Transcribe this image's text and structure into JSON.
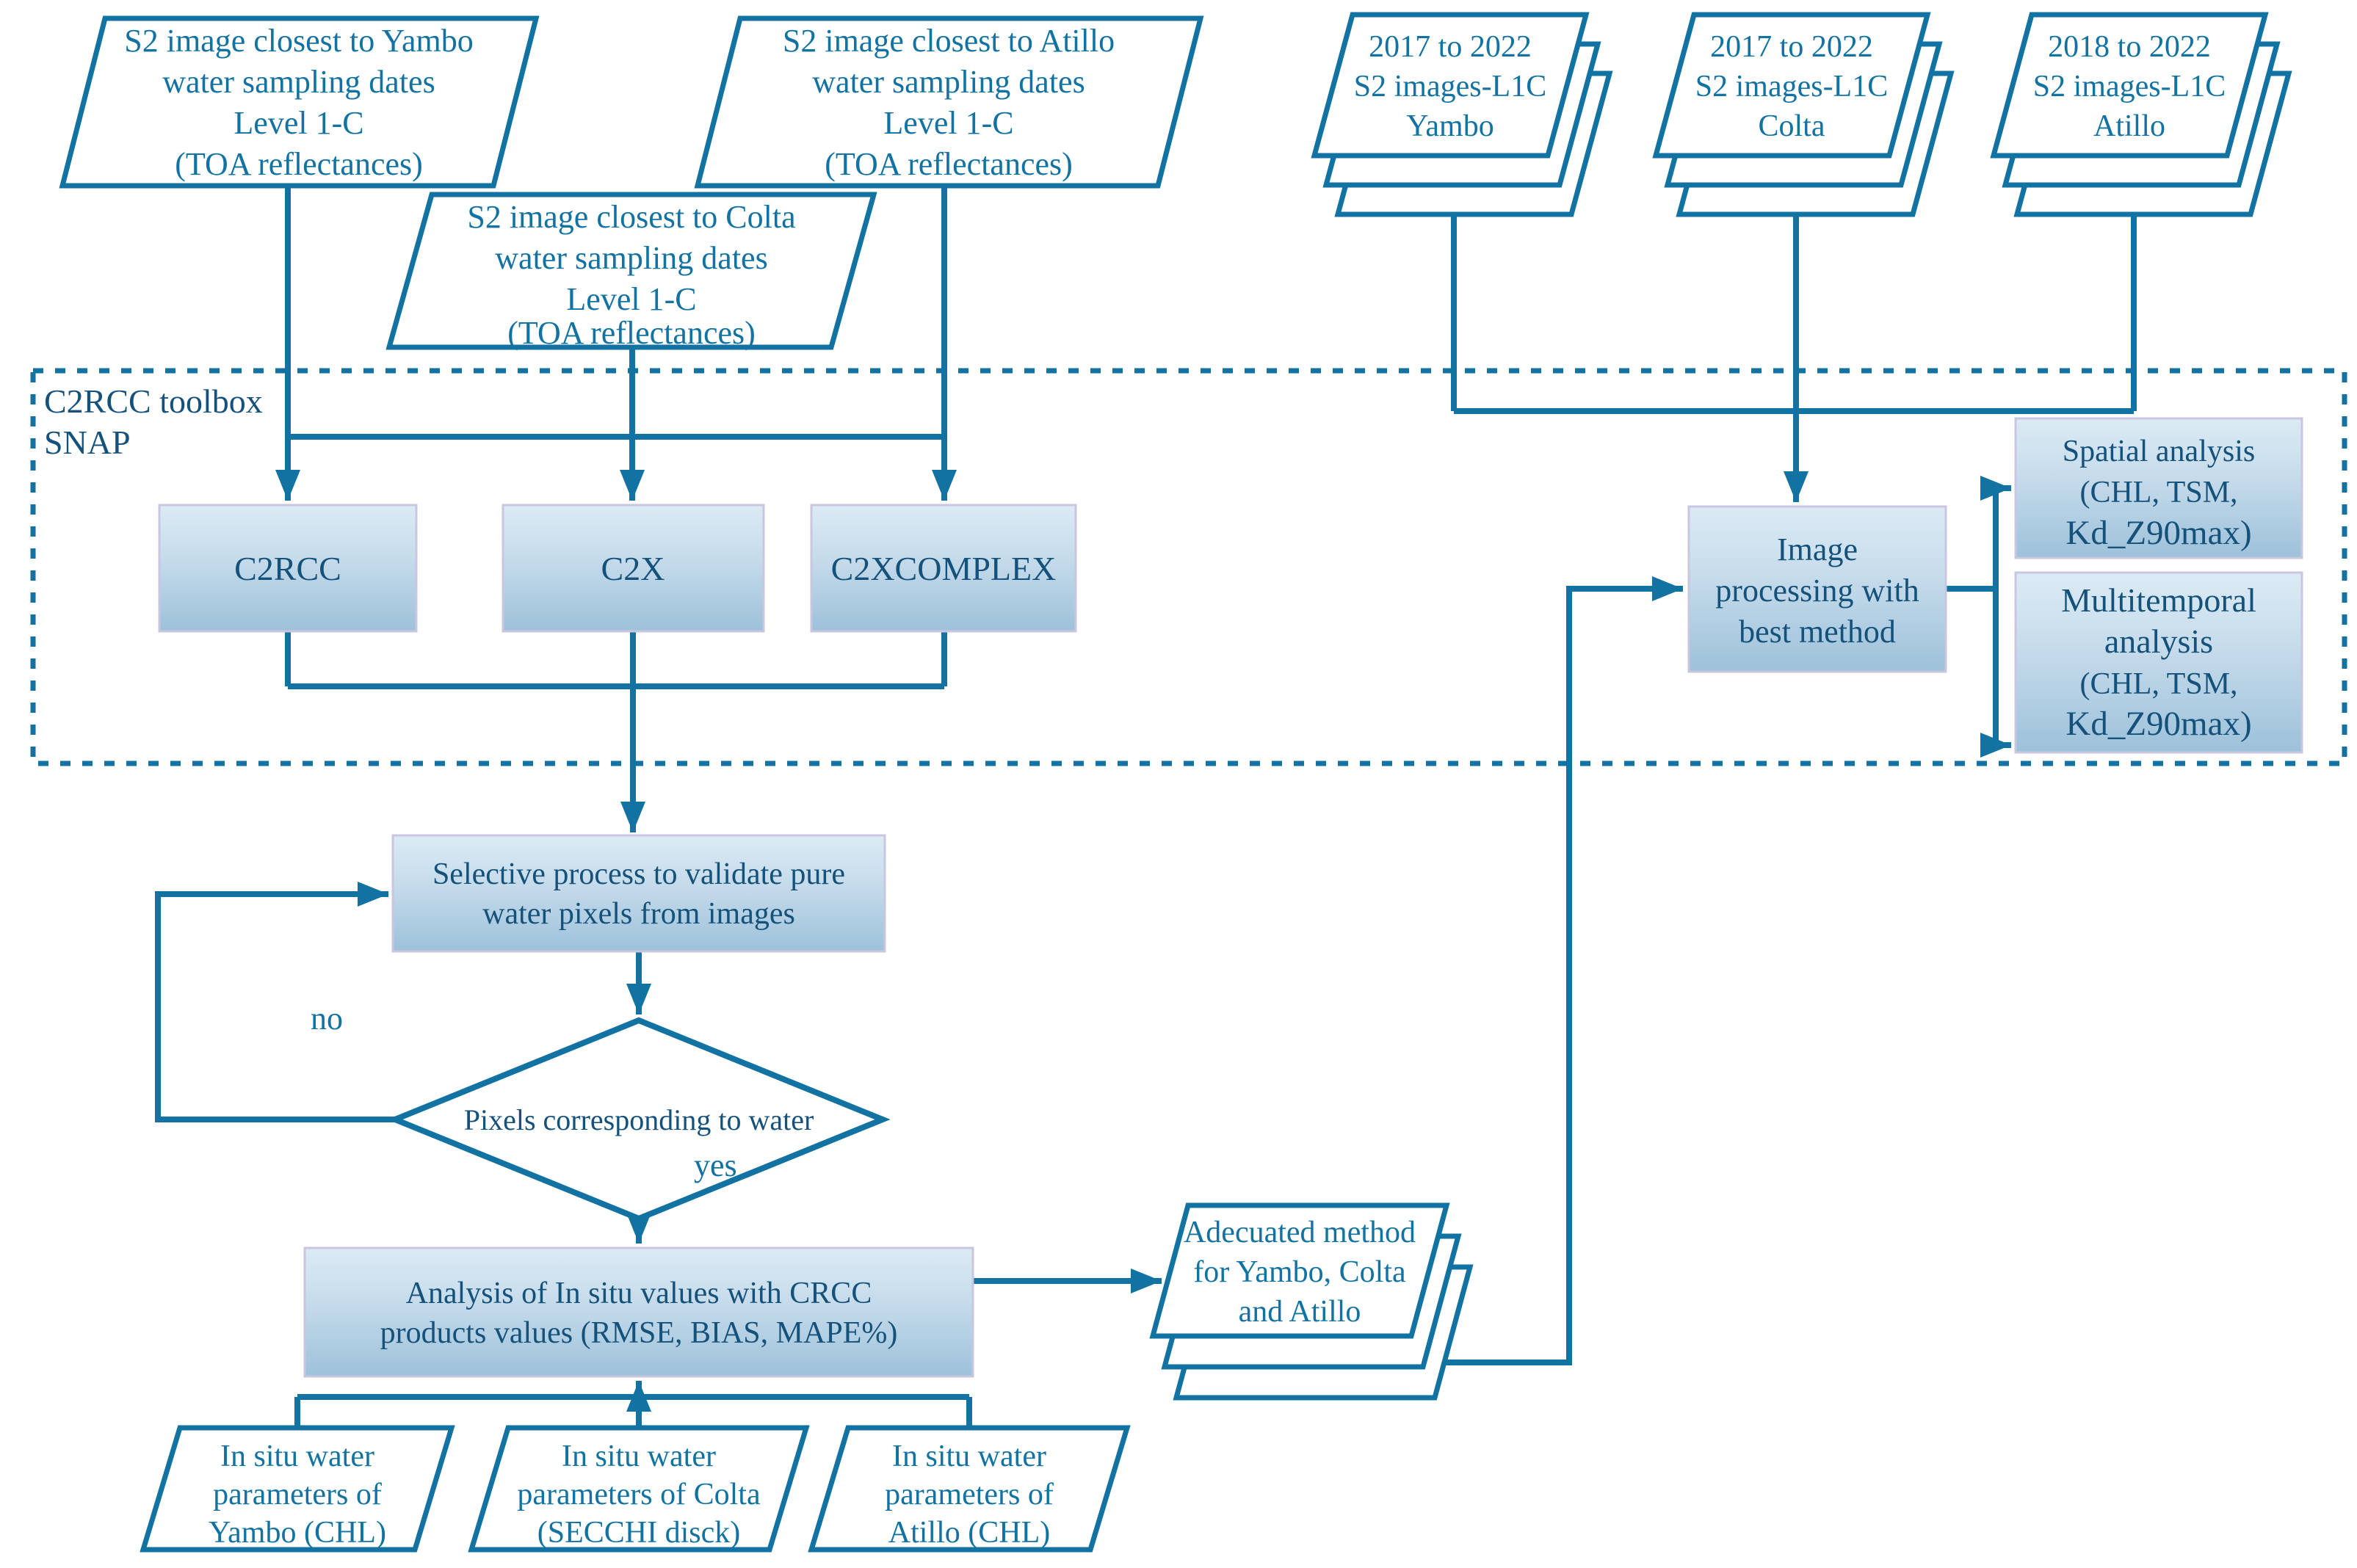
{
  "colors": {
    "line_blue": "#1273a3",
    "box_text_navy": "#15527b",
    "gradient_top": "#dcebf5",
    "gradient_bottom": "#9dc1da",
    "box_border_lavender": "#c9c6df"
  },
  "nodes": {
    "para_yambo": {
      "lines": [
        "S2 image closest to Yambo",
        "water sampling dates",
        "Level 1-C",
        "(TOA reflectances)"
      ]
    },
    "para_colta": {
      "lines": [
        "S2 image closest to Colta",
        "water sampling dates",
        "Level 1-C",
        "(TOA reflectances)"
      ]
    },
    "para_atillo": {
      "lines": [
        "S2 image closest to Atillo",
        "water sampling dates",
        "Level 1-C",
        "(TOA reflectances)"
      ]
    },
    "stack_yambo": {
      "lines": [
        "2017 to 2022",
        "S2 images-L1C",
        "Yambo"
      ]
    },
    "stack_colta": {
      "lines": [
        "2017 to 2022",
        "S2 images-L1C",
        "Colta"
      ]
    },
    "stack_atillo": {
      "lines": [
        "2018 to 2022",
        "S2 images-L1C",
        "Atillo"
      ]
    },
    "toolbox": {
      "lines": [
        "C2RCC toolbox",
        "SNAP"
      ]
    },
    "c2rcc": {
      "label": "C2RCC"
    },
    "c2x": {
      "label": "C2X"
    },
    "c2xcomplex": {
      "label": "C2XCOMPLEX"
    },
    "img_proc": {
      "lines": [
        "Image",
        "processing with",
        "best method"
      ]
    },
    "spatial": {
      "lines": [
        "Spatial analysis",
        "(CHL, TSM,",
        "Kd_Z90max)"
      ]
    },
    "multitemporal": {
      "lines": [
        "Multitemporal",
        "analysis",
        "(CHL, TSM,",
        "Kd_Z90max)"
      ]
    },
    "selective": {
      "lines": [
        "Selective process to validate pure",
        "water pixels from images"
      ]
    },
    "decision": {
      "label": "Pixels corresponding to water"
    },
    "analysis": {
      "lines": [
        "Analysis of In situ values with CRCC",
        "products values (RMSE, BIAS, MAPE%)"
      ]
    },
    "adecuated": {
      "lines": [
        "Adecuated method",
        "for Yambo, Colta",
        "and Atillo"
      ]
    },
    "insitu_yambo": {
      "lines": [
        "In situ water",
        "parameters of",
        "Yambo (CHL)"
      ]
    },
    "insitu_colta": {
      "lines": [
        "In situ water",
        "parameters of Colta",
        "(SECCHI disck)"
      ]
    },
    "insitu_atillo": {
      "lines": [
        "In situ water",
        "parameters of",
        "Atillo (CHL)"
      ]
    }
  },
  "branch": {
    "no": "no",
    "yes": "yes"
  }
}
